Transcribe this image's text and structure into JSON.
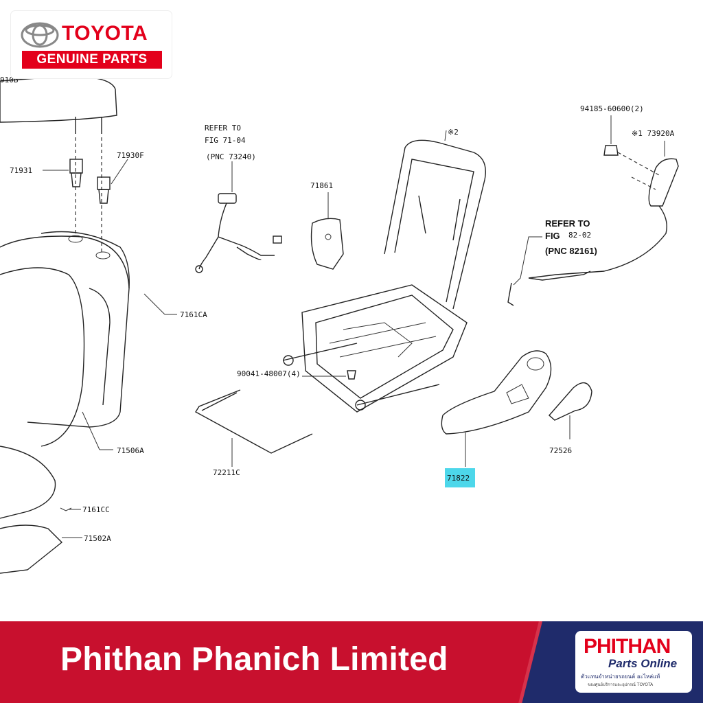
{
  "header": {
    "brand": "TOYOTA",
    "tagline": "GENUINE PARTS"
  },
  "diagram": {
    "labels": {
      "top_left_partial": "910B",
      "p71931": "71931",
      "p71930F": "71930F",
      "p7161CA": "7161CA",
      "p71506A": "71506A",
      "p7161CC": "7161CC",
      "p71502A": "71502A",
      "refer1_a": "REFER TO",
      "refer1_b": "FIG 71-04",
      "refer1_c": "(PNC 73240)",
      "p71861": "71861",
      "note2": "※2",
      "bolt": "90041-48007(4)",
      "p72211C": "72211C",
      "p94185": "94185-60600(2)",
      "note1_73920A": "※1 73920A",
      "refer2_a": "REFER TO",
      "refer2_b": "FIG",
      "refer2_c": "82-02",
      "refer2_d": "(PNC 82161)",
      "p71822": "71822",
      "p72526": "72526"
    },
    "highlight_color": "#4dd7ea"
  },
  "footer": {
    "company": "Phithan Phanich Limited",
    "logo_main": "PHITHAN",
    "logo_sub": "Parts Online",
    "logo_line1": "ตัวแทนจำหน่ายรถยนต์ อะไหล่แท้",
    "logo_line2": "ของศูนย์บริการและอุปกรณ์ TOYOTA"
  },
  "colors": {
    "toyota_red": "#e3001b",
    "footer_red": "#c8102e",
    "footer_navy": "#1f2b6b"
  }
}
